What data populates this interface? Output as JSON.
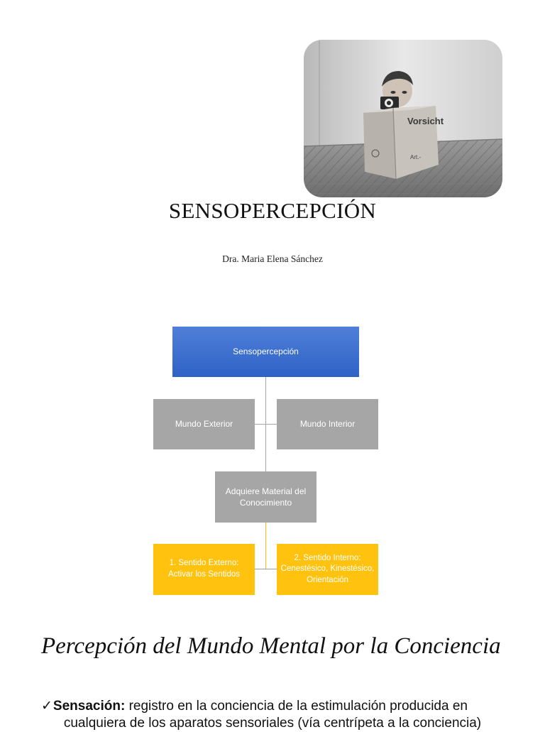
{
  "document": {
    "title": "SENSOPERCEPCIÓN",
    "author": "Dra. Maria Elena Sánchez"
  },
  "photo": {
    "sign_text": "Vorsicht",
    "box_label": "Art.-"
  },
  "diagram": {
    "root": "Sensopercepción",
    "left_branch": "Mundo Exterior",
    "right_branch": "Mundo Interior",
    "middle": "Adquiere Material del Conocimiento",
    "bottom_left": "1. Sentido Externo: Activar los Sentidos",
    "bottom_right": "2. Sentido Interno: Cenestésico, Kinestésico, Orientación"
  },
  "section": {
    "heading": "Percepción del Mundo Mental por la Conciencia",
    "check_mark": "✓",
    "term": "Sensación:",
    "definition_line1": " registro en la conciencia de la estimulación producida en",
    "definition_line2": "cualquiera de los aparatos sensoriales (vía centrípeta a la conciencia)"
  },
  "colors": {
    "root_blue": "#3a6fd0",
    "gray_node": "#a6a6a6",
    "gold_node": "#ffc20e"
  }
}
